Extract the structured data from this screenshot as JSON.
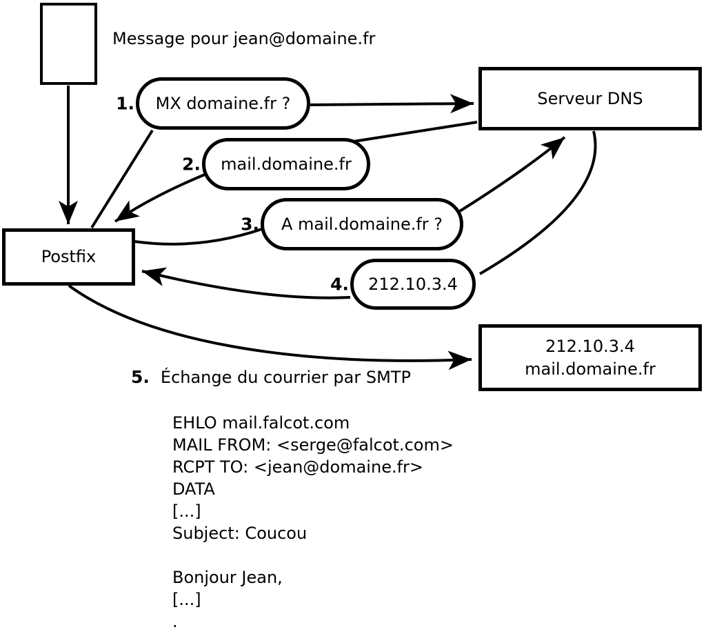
{
  "diagram": {
    "message_label": "Message pour jean@domaine.fr",
    "postfix": {
      "label": "Postfix"
    },
    "dns": {
      "label": "Serveur DNS"
    },
    "mail_server": {
      "ip": "212.10.3.4",
      "hostname": "mail.domaine.fr"
    },
    "steps": [
      {
        "number": "1.",
        "label": "MX domaine.fr ?"
      },
      {
        "number": "2.",
        "label": "mail.domaine.fr"
      },
      {
        "number": "3.",
        "label": "A mail.domaine.fr ?"
      },
      {
        "number": "4.",
        "label": "212.10.3.4"
      },
      {
        "number": "5.",
        "label": "Échange du courrier par SMTP"
      }
    ],
    "smtp_session": "EHLO mail.falcot.com\nMAIL FROM: <serge@falcot.com>\nRCPT TO: <jean@domaine.fr>\nDATA\n[...]\nSubject: Coucou\n\nBonjour Jean,\n[...]\n.",
    "colors": {
      "stroke": "#000000",
      "background": "#ffffff"
    }
  }
}
